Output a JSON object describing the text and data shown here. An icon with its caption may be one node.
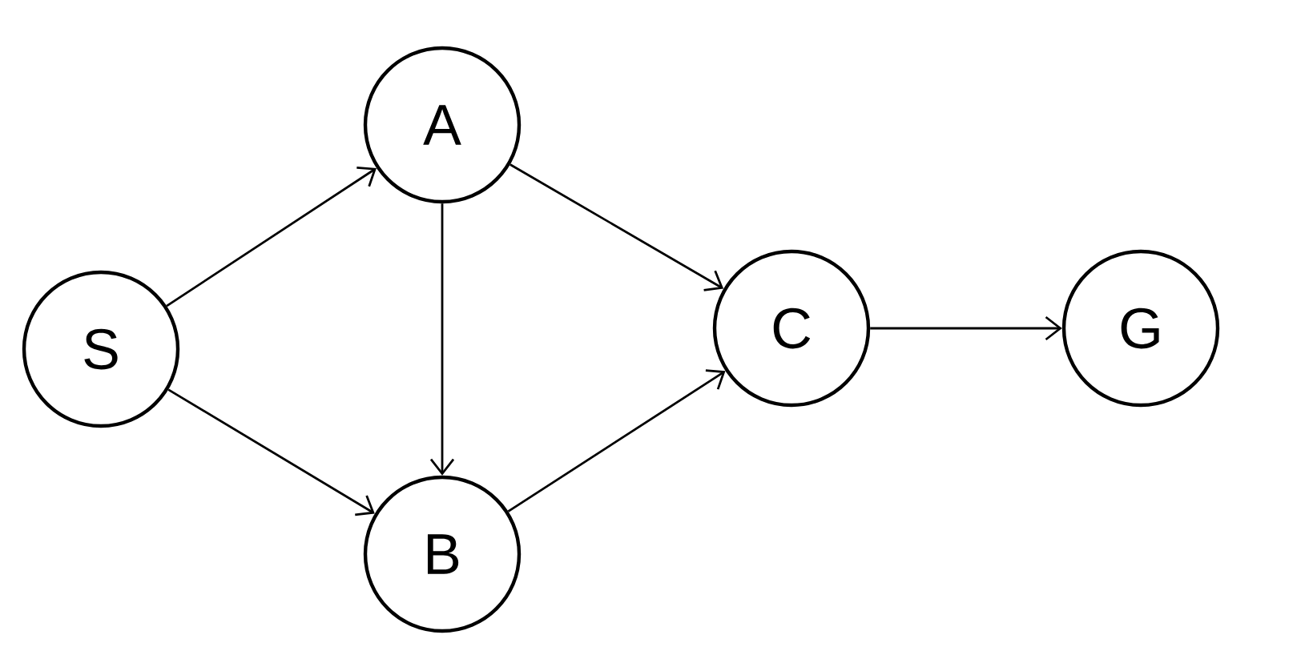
{
  "diagram": {
    "nodes": [
      {
        "text": [
          "S"
        ]
      },
      {
        "text": [
          "A"
        ]
      },
      {
        "text": [
          "B"
        ]
      },
      {
        "text": [
          "C"
        ]
      },
      {
        "text": [
          "G"
        ]
      }
    ],
    "edges": [
      {
        "from": 0,
        "to": 1,
        "arrow": "to"
      },
      {
        "from": 0,
        "to": 2,
        "arrow": "to"
      },
      {
        "from": 1,
        "to": 2,
        "arrow": "to"
      },
      {
        "from": 1,
        "to": 3,
        "arrow": "to"
      },
      {
        "from": 2,
        "to": 3,
        "arrow": "to"
      },
      {
        "from": 3,
        "to": 4,
        "arrow": "to"
      }
    ]
  }
}
